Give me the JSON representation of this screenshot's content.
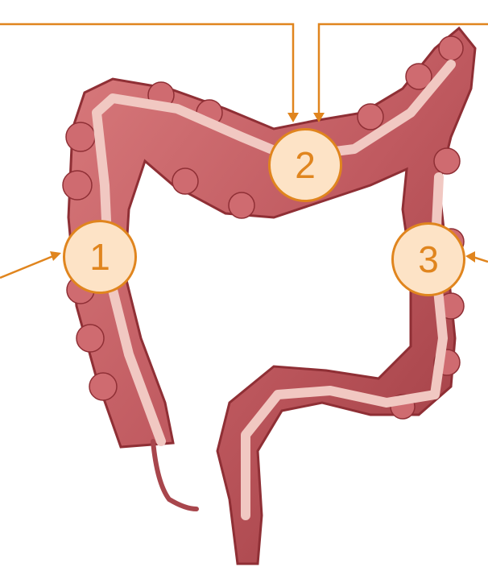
{
  "markers": [
    {
      "id": "1",
      "label": "1"
    },
    {
      "id": "2",
      "label": "2"
    },
    {
      "id": "3",
      "label": "3"
    }
  ],
  "colors": {
    "accent": "#e0851e",
    "marker_fill": "#fde3c6",
    "tissue": "#c9646a",
    "tissue_dark": "#8f2f35",
    "band": "#f1c8c2"
  },
  "icons": {
    "illustration": "large-intestine-illustration"
  }
}
